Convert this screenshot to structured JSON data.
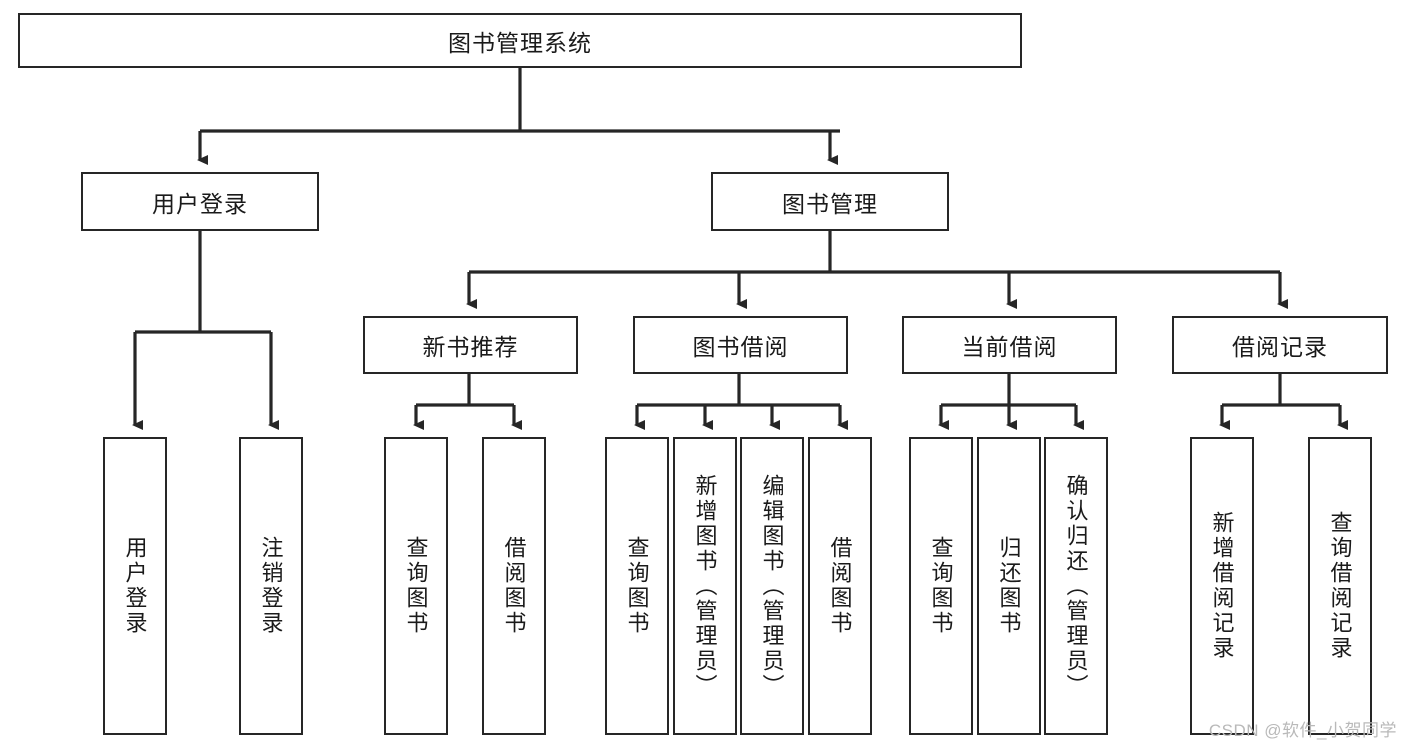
{
  "diagram": {
    "type": "tree-hierarchy",
    "title": "图书管理系统",
    "watermark": "CSDN @软件_小贺同学",
    "colors": {
      "box_border": "#262626",
      "box_fill": "#ffffff",
      "edge": "#262626",
      "text": "#1a1a1a",
      "watermark": "#b9b9b9"
    },
    "nodes": {
      "root": {
        "label": "图书管理系统",
        "level": 1,
        "orientation": "horizontal"
      },
      "n_user_login": {
        "label": "用户登录",
        "level": 2,
        "orientation": "horizontal"
      },
      "n_book_mgmt": {
        "label": "图书管理",
        "level": 2,
        "orientation": "horizontal"
      },
      "n_new_book_rec": {
        "label": "新书推荐",
        "level": 3,
        "orientation": "horizontal"
      },
      "n_book_borrow": {
        "label": "图书借阅",
        "level": 3,
        "orientation": "horizontal"
      },
      "n_current_borrow": {
        "label": "当前借阅",
        "level": 3,
        "orientation": "horizontal"
      },
      "n_borrow_record": {
        "label": "借阅记录",
        "level": 3,
        "orientation": "horizontal"
      },
      "l_user_login": {
        "label": "用户登录",
        "level": 4,
        "orientation": "vertical"
      },
      "l_user_logout": {
        "label": "注销登录",
        "level": 4,
        "orientation": "vertical"
      },
      "l_query_book_1": {
        "label": "查询图书",
        "level": 4,
        "orientation": "vertical"
      },
      "l_borrow_book_1": {
        "label": "借阅图书",
        "level": 4,
        "orientation": "vertical"
      },
      "l_query_book_2": {
        "label": "查询图书",
        "level": 4,
        "orientation": "vertical"
      },
      "l_add_book": {
        "label": "新增图书（管理员）",
        "level": 4,
        "orientation": "vertical"
      },
      "l_edit_book": {
        "label": "编辑图书（管理员）",
        "level": 4,
        "orientation": "vertical"
      },
      "l_borrow_book_2": {
        "label": "借阅图书",
        "level": 4,
        "orientation": "vertical"
      },
      "l_query_book_3": {
        "label": "查询图书",
        "level": 4,
        "orientation": "vertical"
      },
      "l_return_book": {
        "label": "归还图书",
        "level": 4,
        "orientation": "vertical"
      },
      "l_confirm_return": {
        "label": "确认归还（管理员）",
        "level": 4,
        "orientation": "vertical"
      },
      "l_add_record": {
        "label": "新增借阅记录",
        "level": 4,
        "orientation": "vertical"
      },
      "l_query_record": {
        "label": "查询借阅记录",
        "level": 4,
        "orientation": "vertical"
      }
    },
    "edges": [
      {
        "from": "root",
        "to": "n_user_login"
      },
      {
        "from": "root",
        "to": "n_book_mgmt"
      },
      {
        "from": "n_user_login",
        "to": "l_user_login"
      },
      {
        "from": "n_user_login",
        "to": "l_user_logout"
      },
      {
        "from": "n_book_mgmt",
        "to": "n_new_book_rec"
      },
      {
        "from": "n_book_mgmt",
        "to": "n_book_borrow"
      },
      {
        "from": "n_book_mgmt",
        "to": "n_current_borrow"
      },
      {
        "from": "n_book_mgmt",
        "to": "n_borrow_record"
      },
      {
        "from": "n_new_book_rec",
        "to": "l_query_book_1"
      },
      {
        "from": "n_new_book_rec",
        "to": "l_borrow_book_1"
      },
      {
        "from": "n_book_borrow",
        "to": "l_query_book_2"
      },
      {
        "from": "n_book_borrow",
        "to": "l_add_book"
      },
      {
        "from": "n_book_borrow",
        "to": "l_edit_book"
      },
      {
        "from": "n_book_borrow",
        "to": "l_borrow_book_2"
      },
      {
        "from": "n_current_borrow",
        "to": "l_query_book_3"
      },
      {
        "from": "n_current_borrow",
        "to": "l_return_book"
      },
      {
        "from": "n_current_borrow",
        "to": "l_confirm_return"
      },
      {
        "from": "n_borrow_record",
        "to": "l_add_record"
      },
      {
        "from": "n_borrow_record",
        "to": "l_query_record"
      }
    ]
  }
}
